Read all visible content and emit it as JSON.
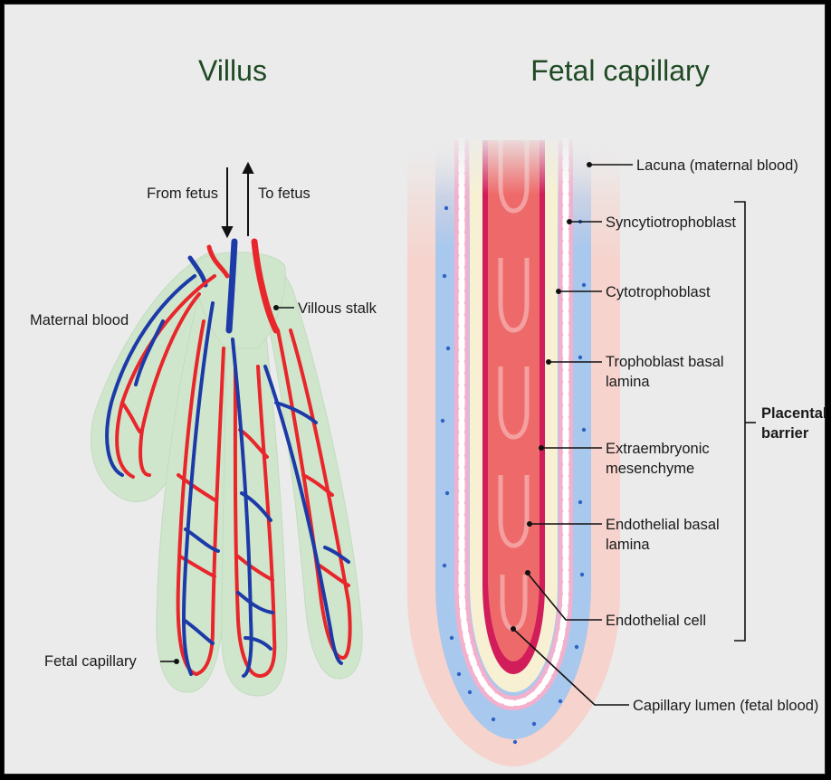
{
  "titles": {
    "villus": "Villus",
    "fetal_capillary": "Fetal capillary"
  },
  "villus_labels": {
    "from_fetus": "From fetus",
    "to_fetus": "To fetus",
    "maternal_blood": "Maternal blood",
    "villous_stalk": "Villous stalk",
    "fetal_capillary": "Fetal capillary"
  },
  "capillary_labels": [
    {
      "lines": [
        "Lacuna (maternal blood)"
      ]
    },
    {
      "lines": [
        "Syncytiotrophoblast"
      ]
    },
    {
      "lines": [
        "Cytotrophoblast"
      ]
    },
    {
      "lines": [
        "Trophoblast basal",
        "lamina"
      ]
    },
    {
      "lines": [
        "Extraembryonic",
        "mesenchyme"
      ]
    },
    {
      "lines": [
        "Endothelial basal",
        "lamina"
      ]
    },
    {
      "lines": [
        "Endothelial cell"
      ]
    },
    {
      "lines": [
        "Capillary lumen (fetal blood)"
      ]
    }
  ],
  "bracket_label": [
    "Placental",
    "barrier"
  ],
  "colors": {
    "background": "#ebebeb",
    "villus_tissue": "#cfe6cc",
    "artery": "#e8262b",
    "vein": "#1c3aa8",
    "maternal_blood": "#a9c8ee",
    "syncytio_dots": "#2e62c4",
    "cytotrophoblast": "#f0a8c8",
    "mesenchyme": "#f7f0d2",
    "capillary_lumen": "#ee6a6a",
    "endothelium": "#d11d5a"
  }
}
